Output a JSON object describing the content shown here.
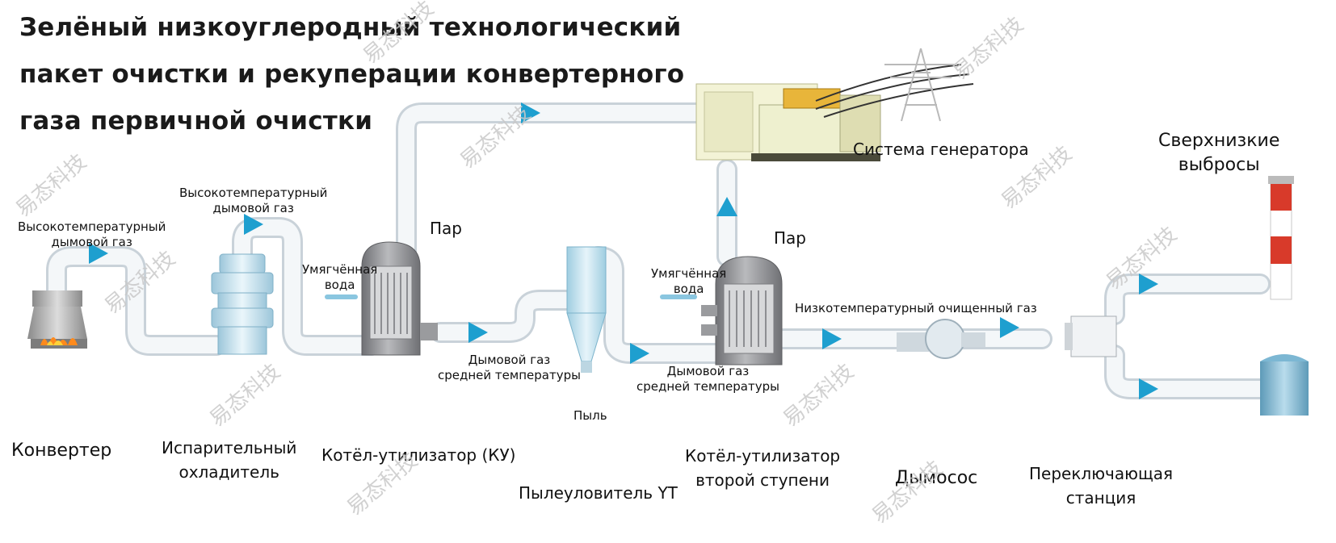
{
  "title_lines": [
    "Зелёный низкоуглеродный технологический",
    "пакет очистки и рекуперации конвертерного",
    "газа первичной очистки"
  ],
  "labels": {
    "hot_gas_left": [
      "Высокотемпературный",
      "дымовой газ"
    ],
    "hot_gas_cooler": [
      "Высокотемпературный",
      "дымовой газ"
    ],
    "steam_1": "Пар",
    "steam_2": "Пар",
    "soft_water_1": [
      "Умягчённая",
      "вода"
    ],
    "soft_water_2": [
      "Умягчённая",
      "вода"
    ],
    "mid_gas_1": [
      "Дымовой газ",
      "средней температуры"
    ],
    "mid_gas_2": [
      "Дымовой газ",
      "средней температуры"
    ],
    "dust": "Пыль",
    "clean_gas": "Низкотемпературный очищенный газ",
    "generator": "Система генератора",
    "ultra_low": [
      "Сверхнизкие",
      "выбросы"
    ]
  },
  "stages": {
    "converter": "Конвертер",
    "cooler": [
      "Испарительный",
      "охладитель"
    ],
    "boiler_1": "Котёл-утилизатор (КУ)",
    "dust_collector": "Пылеуловитель YT",
    "boiler_2": [
      "Котёл-утилизатор",
      "второй ступени"
    ],
    "fan": "Дымосос",
    "switch": [
      "Переключающая",
      "станция"
    ]
  },
  "watermark": "易态科技",
  "colors": {
    "pipe": "#edf1f4",
    "pipe_edge": "#c9d2d9",
    "arrow": "#1e9fcf",
    "vessel": "#8f8f92",
    "cooler": "#cde6f2",
    "cyclone": "#c8e3ef",
    "generator_body": "#f3f3d6",
    "chimney_red": "#d83a2a"
  },
  "icons": [
    "flow-arrow-icon",
    "fire-icon",
    "pylon-icon",
    "chimney-icon"
  ]
}
